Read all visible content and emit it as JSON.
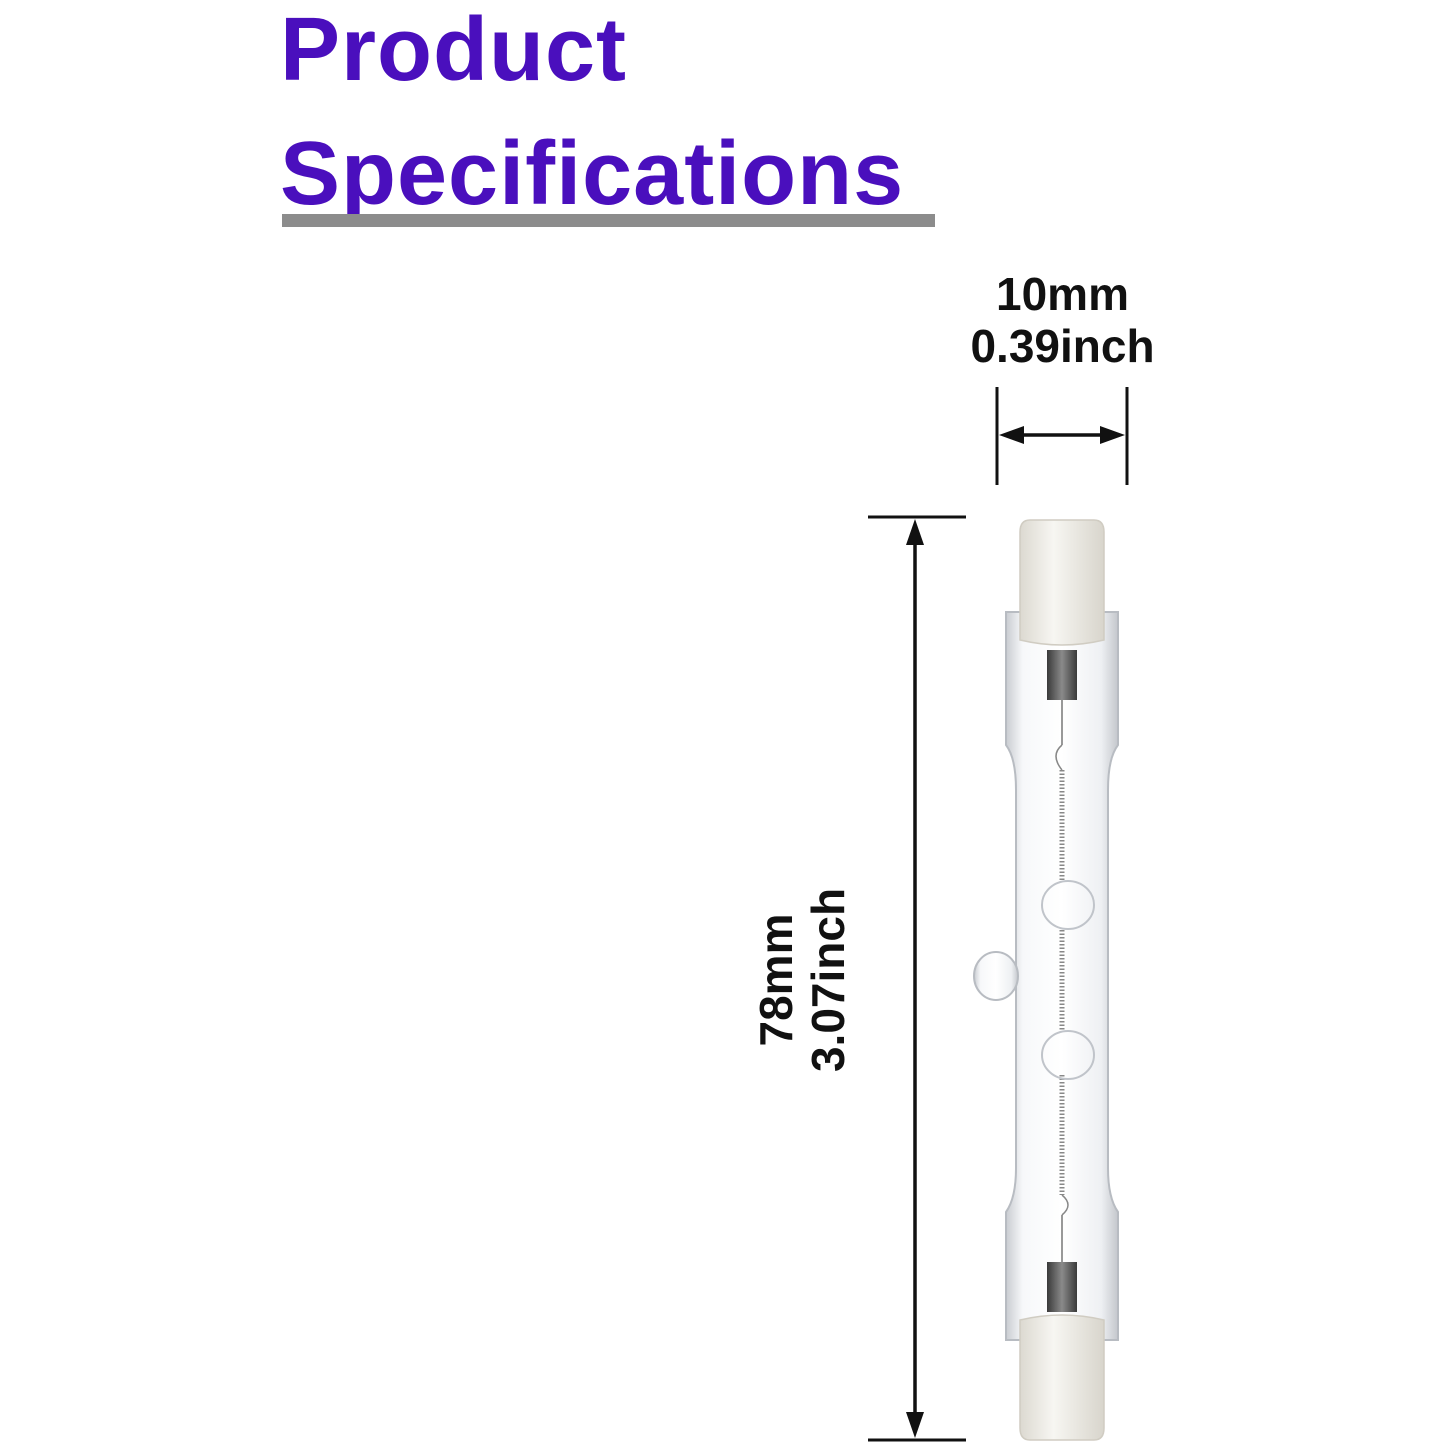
{
  "title": {
    "line1": "Product",
    "line2": "Specifications"
  },
  "dimensions": {
    "width_mm": "10mm",
    "width_inch": "0.39inch",
    "length_mm": "78mm",
    "length_inch": "3.07inch"
  },
  "colors": {
    "title": "#4a0fbd",
    "underline": "#8c8c8c",
    "dimension_lines": "#111111",
    "caps": "#f2f0ea"
  },
  "icons": {
    "product": "halogen-tube-bulb-icon"
  }
}
